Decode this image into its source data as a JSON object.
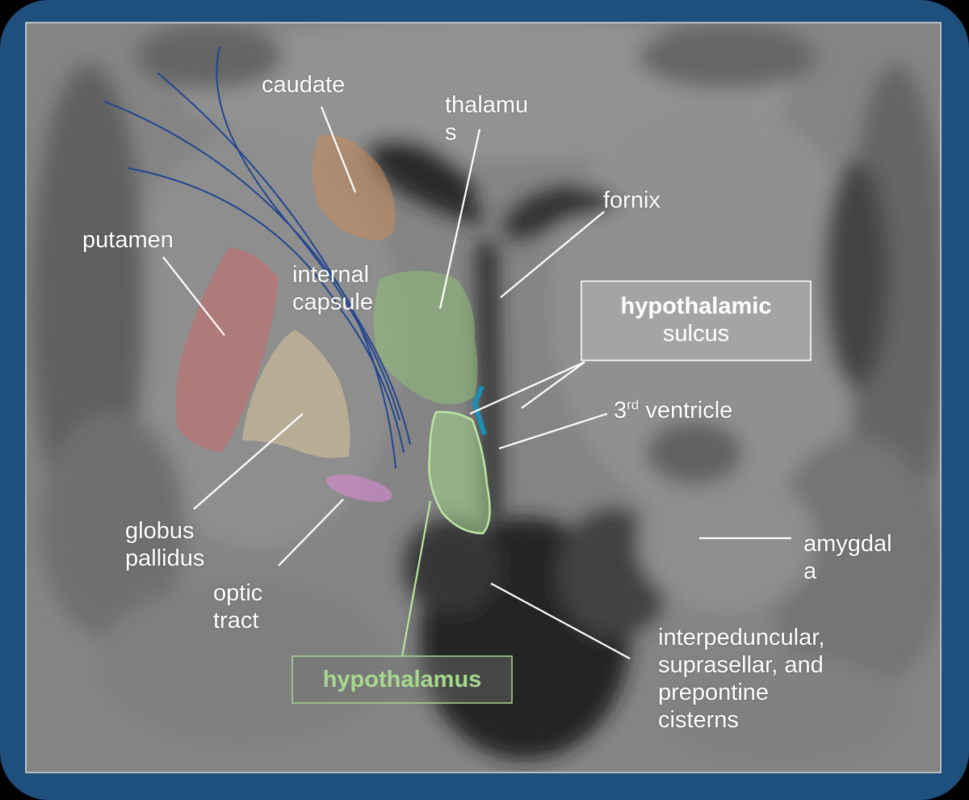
{
  "labels": {
    "caudate": "caudate",
    "thalamus": "thalamu\ns",
    "fornix": "fornix",
    "putamen": "putamen",
    "internal_capsule": "internal\ncapsule",
    "hypothalamic_sulcus_bold": "hypothalamic",
    "hypothalamic_sulcus_rest": "sulcus",
    "third_ventricle_num": "3",
    "third_ventricle_sup": "rd",
    "third_ventricle_rest": " ventricle",
    "amygdala": "amygdal\na",
    "globus_pallidus": "globus\npallidus",
    "optic_tract": "optic\ntract",
    "hypothalamus": "hypothalamus",
    "cisterns": "interpeduncular,\nsuprasellar, and\nprepontine\ncisterns"
  },
  "colors": {
    "frame": "#1e4f7d",
    "caudate": "#c98a5a",
    "thalamus": "#8fbf78",
    "putamen": "#c86a6a",
    "globus_pallidus": "#d8c79a",
    "optic_tract": "#e08ad8",
    "hypothalamus": "#a6d98e",
    "sulcus_marker": "#1b8fb5",
    "fibers": "#22468f"
  }
}
